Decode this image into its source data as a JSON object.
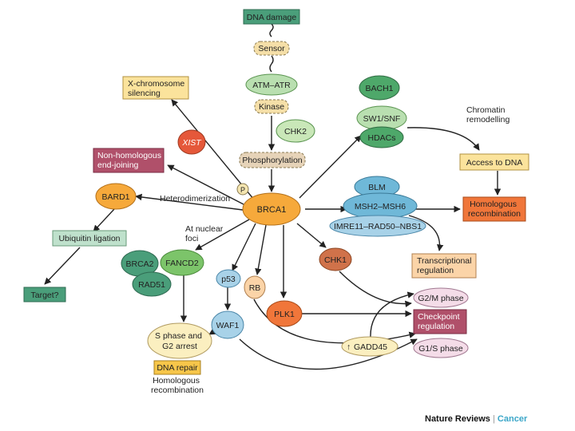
{
  "diagram": {
    "dna_damage": "DNA damage",
    "sensor": "Sensor",
    "atm_atr": "ATM–ATR",
    "kinase": "Kinase",
    "chk2": "CHK2",
    "phosphorylation": "Phosphorylation",
    "p_marker": "P",
    "brca1": "BRCA1",
    "xist": "XIST",
    "x_chromosome_silencing": [
      "X-chromosome",
      "silencing"
    ],
    "non_homologous_end_joining": [
      "Non-homologous",
      "end-joining"
    ],
    "bard1": "BARD1",
    "heterodimerization": "Heterodimerization",
    "ubiquitin_ligation": "Ubiquitin ligation",
    "target": "Target?",
    "at_nuclear_foci": [
      "At nuclear",
      "foci"
    ],
    "brca2": "BRCA2",
    "fancd2": "FANCD2",
    "rad51": "RAD51",
    "s_phase_g2_arrest": [
      "S phase and",
      "G2 arrest"
    ],
    "dna_repair": "DNA repair",
    "homologous_recombination_text": [
      "Homologous",
      "recombination"
    ],
    "p53": "p53",
    "waf1": "WAF1",
    "rb": "RB",
    "plk1": "PLK1",
    "chk1": "CHK1",
    "bach1": "BACH1",
    "swi_snf": "SW1/SNF",
    "hdacs": "HDACs",
    "chromatin_remodelling": [
      "Chromatin",
      "remodelling"
    ],
    "access_to_dna": "Access to DNA",
    "blm": "BLM",
    "msh2_msh6": "MSH2–MSH6",
    "mre11_complex": "IMRE11–RAD50–NBS1",
    "homologous_recombination_box": [
      "Homologous",
      "recombination"
    ],
    "transcriptional_regulation": [
      "Transcriptional",
      "regulation"
    ],
    "g2m_phase": "G2/M phase",
    "checkpoint_regulation": [
      "Checkpoint",
      "regulation"
    ],
    "gadd45": "GADD45",
    "gadd45_arrow": "↑",
    "g1s_phase": "G1/S phase"
  },
  "brand": {
    "publisher": "Nature Reviews",
    "separator": "|",
    "journal": "Cancer"
  }
}
